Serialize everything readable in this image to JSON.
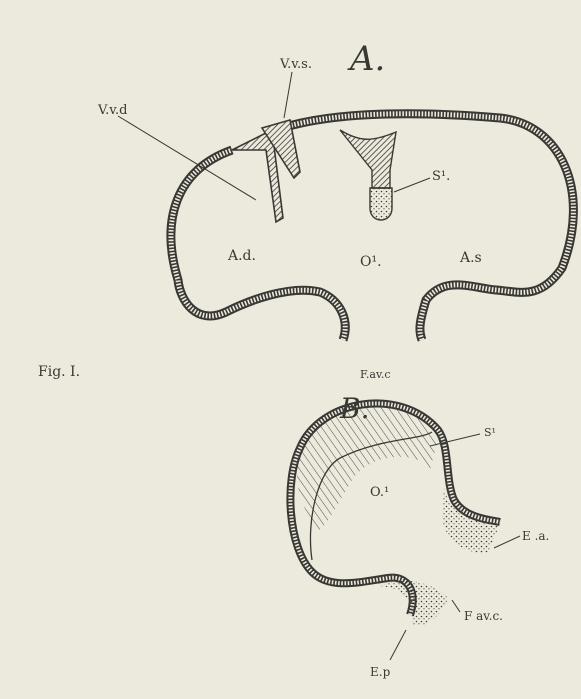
{
  "figure": {
    "caption": "Fig. I.",
    "panel_a": {
      "title": "A.",
      "labels": {
        "vvd": "V.v.d",
        "vvs": "V.v.s.",
        "s1": "S¹.",
        "o1": "O¹.",
        "ad": "A.d.",
        "as": "A.s",
        "favc": "F.av.c"
      }
    },
    "panel_b": {
      "title": "B.",
      "labels": {
        "s1": "S¹",
        "o1": "O.¹",
        "ea": "E .a.",
        "favc": "F av.c.",
        "ep": "E.p"
      }
    }
  },
  "colors": {
    "paper": "#ece9dd",
    "ink": "#3a3834"
  }
}
